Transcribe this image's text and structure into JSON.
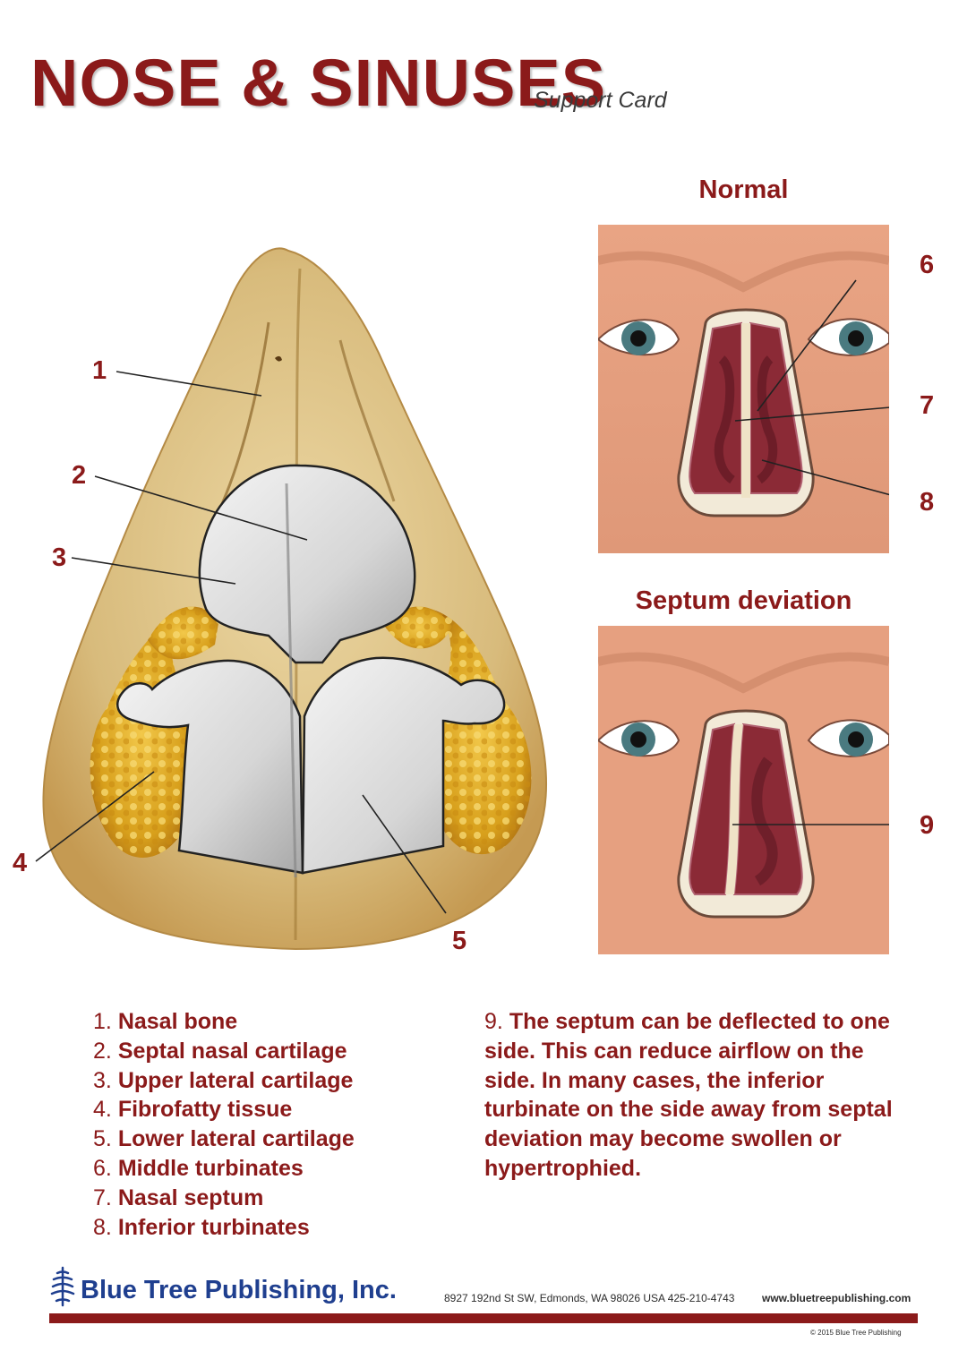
{
  "header": {
    "title": "NOSE & SINUSES",
    "subtitle": "Support Card"
  },
  "panels": {
    "normal_title": "Normal",
    "deviation_title": "Septum deviation"
  },
  "callouts": [
    "1",
    "2",
    "3",
    "4",
    "5",
    "6",
    "7",
    "8",
    "9"
  ],
  "legend": [
    {
      "num": "1.",
      "label": "Nasal bone"
    },
    {
      "num": "2.",
      "label": "Septal nasal cartilage"
    },
    {
      "num": "3.",
      "label": "Upper lateral cartilage"
    },
    {
      "num": "4.",
      "label": "Fibrofatty tissue"
    },
    {
      "num": "5.",
      "label": "Lower lateral cartilage"
    },
    {
      "num": "6.",
      "label": "Middle turbinates"
    },
    {
      "num": "7.",
      "label": "Nasal septum"
    },
    {
      "num": "8.",
      "label": "Inferior turbinates"
    }
  ],
  "note": {
    "num": "9.",
    "text": "The septum can be deflected to one side. This can reduce airflow on the side. In many cases, the inferior turbinate on the side away from septal deviation may become swollen or hypertrophied."
  },
  "footer": {
    "brand": "Blue Tree Publishing, Inc.",
    "address": "8927 192nd St SW, Edmonds, WA 98026 USA 425-210-4743",
    "website": "www.bluetreepublishing.com",
    "copyright": "2015 Blue Tree Publishing"
  },
  "colors": {
    "accent": "#8b1a1a",
    "brand": "#1f3f8f",
    "skin": "#e8a07a",
    "bone": "#d9bf85",
    "fat": "#d9a020",
    "cartilage": "#e6e6e6",
    "mucosa": "#7a1f2a"
  }
}
